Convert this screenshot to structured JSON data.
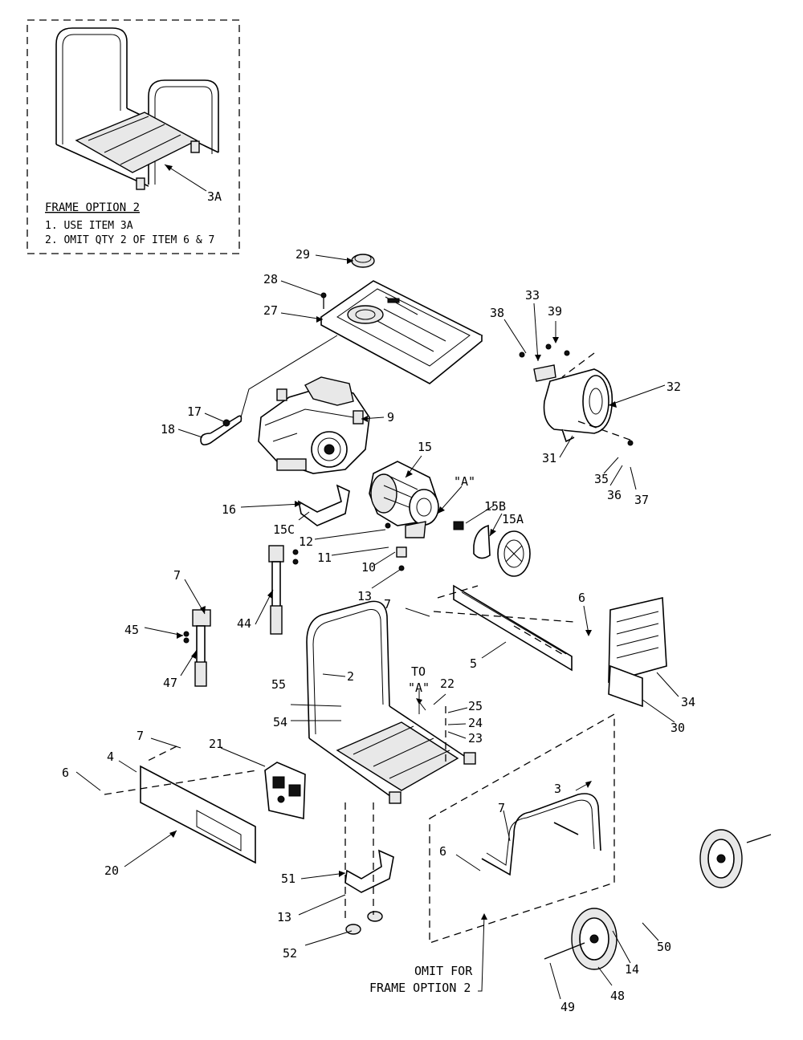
{
  "inset": {
    "title": "FRAME OPTION 2",
    "note1": "1. USE ITEM 3A",
    "note2": "2. OMIT QTY 2 OF ITEM 6 & 7",
    "label_3A": "3A"
  },
  "callouts": {
    "c2": "2",
    "c3": "3",
    "c4": "4",
    "c5": "5",
    "c6a": "6",
    "c6b": "6",
    "c6c": "6",
    "c7a": "7",
    "c7b": "7",
    "c7c": "7",
    "c7d": "7",
    "c9": "9",
    "c10": "10",
    "c11": "11",
    "c12": "12",
    "c13a": "13",
    "c13b": "13",
    "c14": "14",
    "c15": "15",
    "c15A": "15A",
    "c15B": "15B",
    "c15C": "15C",
    "c16": "16",
    "c17": "17",
    "c18": "18",
    "c20": "20",
    "c21": "21",
    "c22": "22",
    "c23": "23",
    "c24": "24",
    "c25": "25",
    "c27": "27",
    "c28": "28",
    "c29": "29",
    "c30": "30",
    "c31": "31",
    "c32": "32",
    "c33": "33",
    "c34": "34",
    "c35": "35",
    "c36": "36",
    "c37": "37",
    "c38": "38",
    "c39": "39",
    "c44": "44",
    "c45": "45",
    "c47": "47",
    "c48": "48",
    "c49": "49",
    "c50": "50",
    "c51": "51",
    "c52": "52",
    "c54": "54",
    "c55": "55",
    "refA": "\"A\"",
    "toA_to": "TO",
    "toA_a": "\"A\""
  },
  "omit_note": {
    "line1": "OMIT FOR",
    "line2": "FRAME OPTION 2"
  }
}
